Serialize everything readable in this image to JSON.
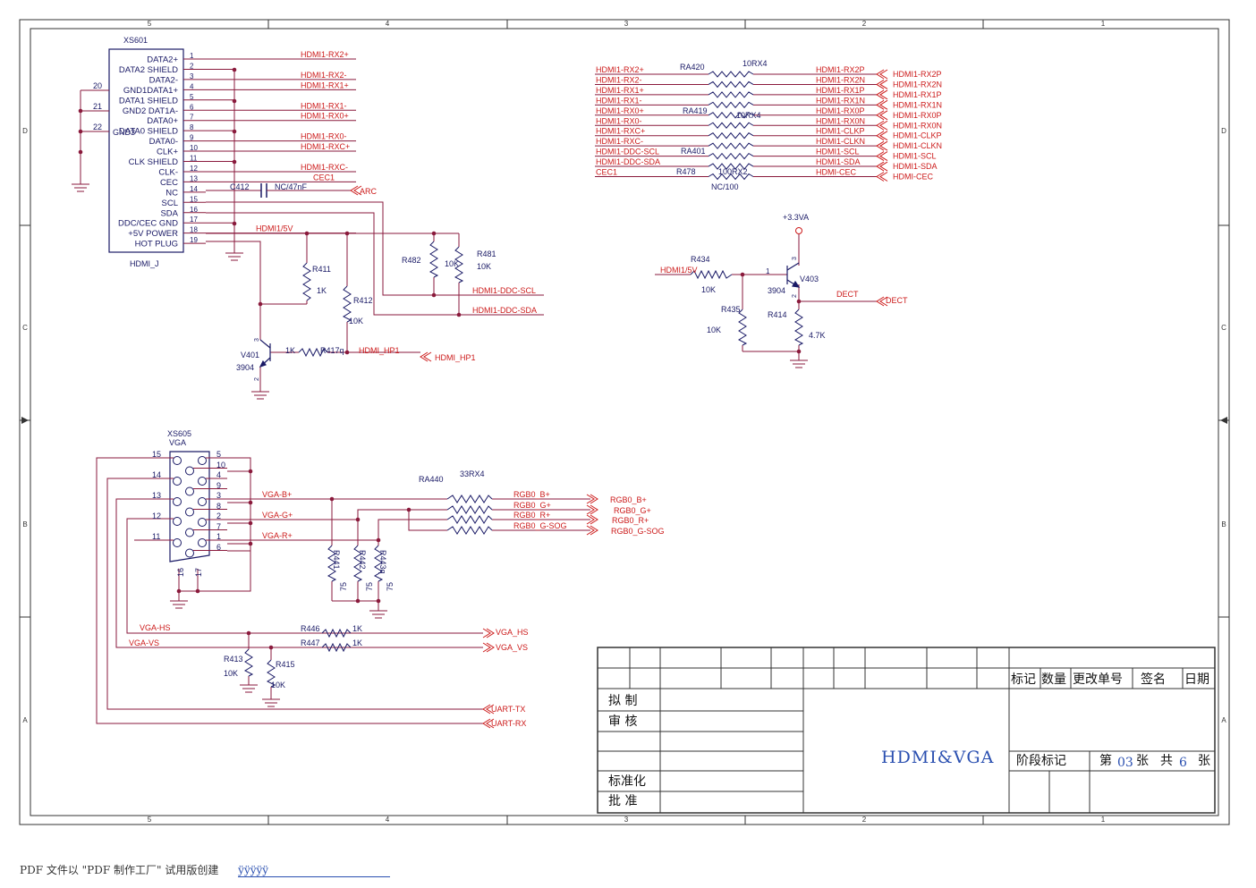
{
  "frame": {
    "col_labels": [
      "5",
      "4",
      "3",
      "2",
      "1"
    ],
    "row_labels": [
      "D",
      "C",
      "B",
      "A"
    ]
  },
  "hdmi_connector": {
    "ref": "XS601",
    "part": "HDMI_J",
    "pins": [
      {
        "n": "1",
        "name": "DATA2+",
        "net": "HDMI1-RX2+"
      },
      {
        "n": "2",
        "name": "DATA2 SHIELD",
        "net": ""
      },
      {
        "n": "3",
        "name": "DATA2-",
        "net": "HDMI1-RX2-"
      },
      {
        "n": "4",
        "name": "GND1DATA1+",
        "net": "HDMI1-RX1+"
      },
      {
        "n": "5",
        "name": "DATA1 SHIELD",
        "net": ""
      },
      {
        "n": "6",
        "name": "GND2 DAT1A-",
        "net": "HDMI1-RX1-"
      },
      {
        "n": "7",
        "name": "DATA0+",
        "net": "HDMI1-RX0+"
      },
      {
        "n": "8",
        "name": "DATA0 SHIELD",
        "net": ""
      },
      {
        "n": "9",
        "name": "DATA0-",
        "net": "HDMI1-RX0-"
      },
      {
        "n": "10",
        "name": "CLK+",
        "net": "HDMI1-RXC+"
      },
      {
        "n": "11",
        "name": "CLK SHIELD",
        "net": ""
      },
      {
        "n": "12",
        "name": "CLK-",
        "net": "HDMI1-RXC-"
      },
      {
        "n": "13",
        "name": "CEC",
        "net": "CEC1"
      },
      {
        "n": "14",
        "name": "NC",
        "net": ""
      },
      {
        "n": "15",
        "name": "SCL",
        "net": ""
      },
      {
        "n": "16",
        "name": "SDA",
        "net": ""
      },
      {
        "n": "17",
        "name": "DDC/CEC GND",
        "net": ""
      },
      {
        "n": "18",
        "name": "+5V POWER",
        "net": "HDMI1/5V"
      },
      {
        "n": "19",
        "name": "HOT PLUG",
        "net": ""
      }
    ],
    "gnd_pins": [
      "20",
      "21",
      "22"
    ],
    "overlap_label": "GND3"
  },
  "arc": {
    "cap_ref": "C412",
    "cap_val": "NC/47nF",
    "port": "ARC"
  },
  "hp_circuit": {
    "r411": "R411",
    "r411_val": "1K",
    "r412": "R412",
    "r412_val": "10K",
    "r482": "R482",
    "r482_val": "10K",
    "r481": "R481",
    "r481_val": "10K",
    "ddc_scl": "HDMI1-DDC-SCL",
    "ddc_sda": "HDMI1-DDC-SDA",
    "q": "V401",
    "q_type": "3904",
    "q_p3": "3",
    "q_p2": "2",
    "r417": "R417q",
    "r417_val": "1K",
    "hp_net": "HDMI_HP1",
    "hp_port": "HDMI_HP1"
  },
  "resnets": {
    "left_nets": [
      "HDMI1-RX2+",
      "HDMI1-RX2-",
      "HDMI1-RX1+",
      "HDMI1-RX1-",
      "HDMI1-RX0+",
      "HDMI1-RX0-",
      "HDMI1-RXC+",
      "HDMI1-RXC-",
      "HDMI1-DDC-SCL",
      "HDMI1-DDC-SDA",
      "CEC1"
    ],
    "right_nets": [
      "HDMI1-RX2P",
      "HDMI1-RX2N",
      "HDMI1-RX1P",
      "HDMI1-RX1N",
      "HDMI1-RX0P",
      "HDMI1-RX0N",
      "HDMI1-CLKP",
      "HDMI1-CLKN",
      "HDMI1-SCL",
      "HDMI1-SDA",
      "HDMI-CEC"
    ],
    "ports": [
      "HDMI1-RX2P",
      "HDMI1-RX2N",
      "HDMI1-RX1P",
      "HDMI1-RX1N",
      "HDMI1-RX0P",
      "HDMI1-RX0N",
      "HDMI1-CLKP",
      "HDMI1-CLKN",
      "HDMI1-SCL",
      "HDMI1-SDA",
      "HDMI-CEC"
    ],
    "ra420": "RA420",
    "ra420_val": "10RX4",
    "ra419": "RA419",
    "ra419_val": "10RX4",
    "ra401": "RA401",
    "ra401_val": "100RX2",
    "r478": "R478",
    "r478_val": "NC/100"
  },
  "detect": {
    "vcc": "+3.3VA",
    "q": "V403",
    "q_type": "3904",
    "r434": "R434",
    "r434_val": "10K",
    "in_net": "HDMI1/5V",
    "r435": "R435",
    "r435_val": "10K",
    "r414": "R414",
    "r414_val": "4.7K",
    "out_net": "DECT",
    "port": "DECT",
    "p1": "1",
    "p2": "2",
    "p3": "3"
  },
  "vga": {
    "ref": "XS605",
    "part": "VGA",
    "left_pins": [
      "15",
      "14",
      "13",
      "12",
      "11"
    ],
    "right_pins": [
      "5",
      "10",
      "4",
      "9",
      "3",
      "8",
      "2",
      "7",
      "1",
      "6"
    ],
    "shell_pins": [
      "16",
      "17"
    ],
    "nets": {
      "b": "VGA-B+",
      "g": "VGA-G+",
      "r": "VGA-R+",
      "hs": "VGA-HS",
      "vs": "VGA-VS"
    },
    "ra440": "RA440",
    "ra440_val": "33RX4",
    "out_nets": [
      "RGB0_B+",
      "RGB0_G+",
      "RGB0_R+",
      "RGB0_G-SOG"
    ],
    "ports": [
      "RGB0_B+",
      "RGB0_G+",
      "RGB0_R+",
      "RGB0_G-SOG"
    ],
    "r441": "R441",
    "r442": "R442",
    "r443": "R443q",
    "term_val": "75",
    "r446": "R446",
    "r446_val": "1K",
    "r447": "R447",
    "r447_val": "1K",
    "r413": "R413",
    "r413_val": "10K",
    "r415": "R415",
    "r415_val": "10K",
    "hs_port": "VGA_HS",
    "vs_port": "VGA_VS",
    "uart_tx": "UART-TX",
    "uart_rx": "UART-RX"
  },
  "title_block": {
    "rev_headers": [
      "标记",
      "数量",
      "更改单号",
      "签名",
      "日期"
    ],
    "rows": [
      "拟 制",
      "审 核",
      "标准化",
      "批 准"
    ],
    "title": "HDMI&VGA",
    "stage": "阶段标记",
    "sheet_prefix": "第",
    "sheet_no": "03",
    "sheet_mid": "张",
    "total_prefix": "共",
    "total_no": "6",
    "total_suffix": "张"
  },
  "footer": {
    "text": "PDF 文件以 \"PDF 制作工厂\" 试用版创建",
    "link": "ÿÿÿÿÿ"
  },
  "colors": {
    "net": "#cc1a1a",
    "wire": "#8a1a3c",
    "part": "#1a1a66",
    "frame": "#333333",
    "title": "#2a4fb0"
  }
}
